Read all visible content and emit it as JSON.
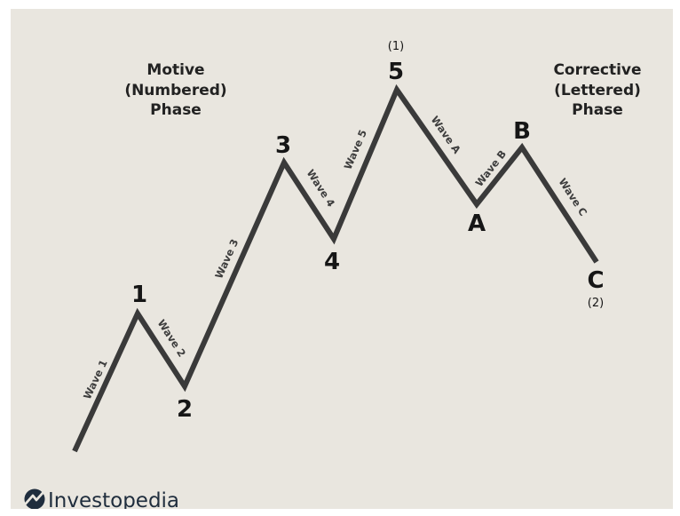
{
  "phases": {
    "motive": [
      "Motive",
      "(Numbered)",
      "Phase"
    ],
    "corrective": [
      "Corrective",
      "(Lettered)",
      "Phase"
    ]
  },
  "points": [
    {
      "label": "1",
      "sub": ""
    },
    {
      "label": "2",
      "sub": ""
    },
    {
      "label": "3",
      "sub": ""
    },
    {
      "label": "4",
      "sub": ""
    },
    {
      "label": "5",
      "sub": "(1)"
    },
    {
      "label": "A",
      "sub": ""
    },
    {
      "label": "B",
      "sub": ""
    },
    {
      "label": "C",
      "sub": "(2)"
    }
  ],
  "waves": [
    "Wave 1",
    "Wave 2",
    "Wave 3",
    "Wave 4",
    "Wave 5",
    "Wave A",
    "Wave B",
    "Wave C"
  ],
  "brand": {
    "name": "Investopedia"
  },
  "colors": {
    "background": "#e9e6df",
    "line": "#3a3a3a",
    "text": "#161616"
  }
}
